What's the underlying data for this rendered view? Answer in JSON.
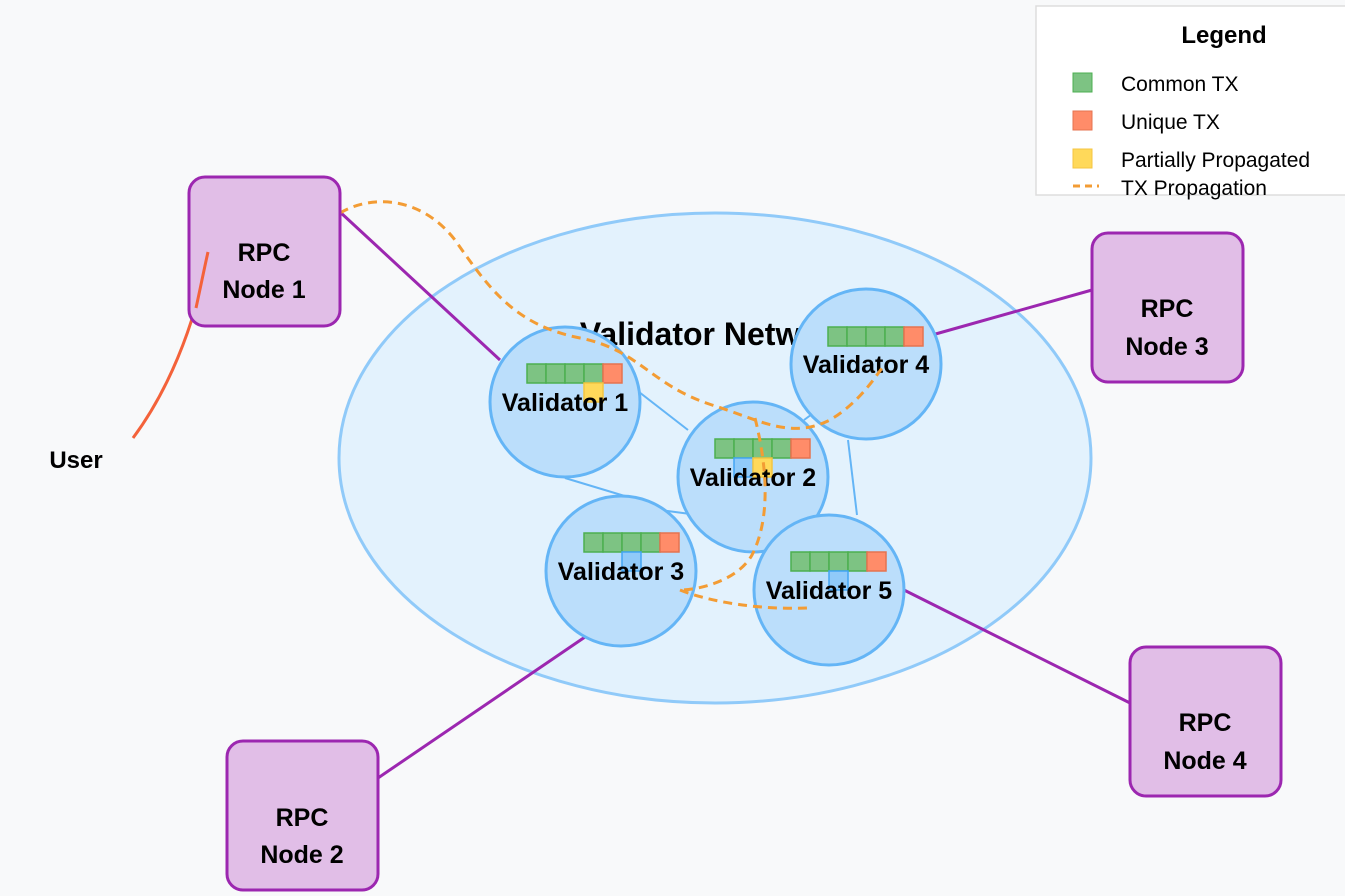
{
  "network": {
    "title": "Validator Network"
  },
  "legend": {
    "title": "Legend",
    "items": [
      {
        "label": "Common TX",
        "color": "#7dc383"
      },
      {
        "label": "Unique TX",
        "color": "#ff8c69"
      },
      {
        "label": "Partially Propagated",
        "color": "#ffd95a"
      },
      {
        "label": "TX Propagation",
        "color": "#f39c34"
      }
    ]
  },
  "user": {
    "label": "User"
  },
  "rpc_nodes": [
    {
      "line1": "RPC",
      "line2": "Node 1"
    },
    {
      "line1": "RPC",
      "line2": "Node 2"
    },
    {
      "line1": "RPC",
      "line2": "Node 3"
    },
    {
      "line1": "RPC",
      "line2": "Node 4"
    }
  ],
  "validators": [
    {
      "label": "Validator 1"
    },
    {
      "label": "Validator 2"
    },
    {
      "label": "Validator 3"
    },
    {
      "label": "Validator 4"
    },
    {
      "label": "Validator 5"
    }
  ],
  "colors": {
    "common_tx": "#7dc383",
    "unique_tx": "#ff8c69",
    "partial_tx": "#ffd95a",
    "extra_tx": "#90caf9",
    "propagation": "#f39c34",
    "rpc_fill": "#e1bee7",
    "rpc_stroke": "#9c27b0",
    "validator_fill": "#bbdefb",
    "validator_stroke": "#64b5f6",
    "network_fill": "#e3f2fd",
    "network_stroke": "#90caf9",
    "user_arrow": "#f4623a"
  }
}
